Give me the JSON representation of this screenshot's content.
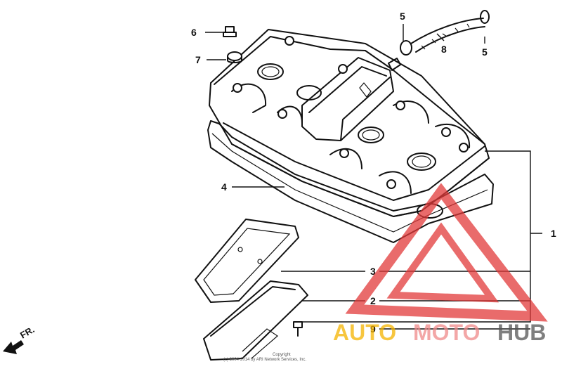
{
  "callouts": {
    "p1": "1",
    "p2": "2",
    "p3": "3",
    "p4": "4",
    "p5a": "5",
    "p5b": "5",
    "p6": "6",
    "p7": "7",
    "p8": "8",
    "p9": "9"
  },
  "direction_label": "FR.",
  "copyright": {
    "line1": "Copyright",
    "line2": "(c) 2004-2014 by ARI Network Services, Inc."
  },
  "watermark": {
    "part1": "AUTO",
    "part2": "MOTO",
    "part3": "HUB",
    "colors": {
      "part1": "#f5b400",
      "part2": "#f08a8a",
      "part3": "#555555",
      "triangle": "#e23a3a"
    }
  }
}
